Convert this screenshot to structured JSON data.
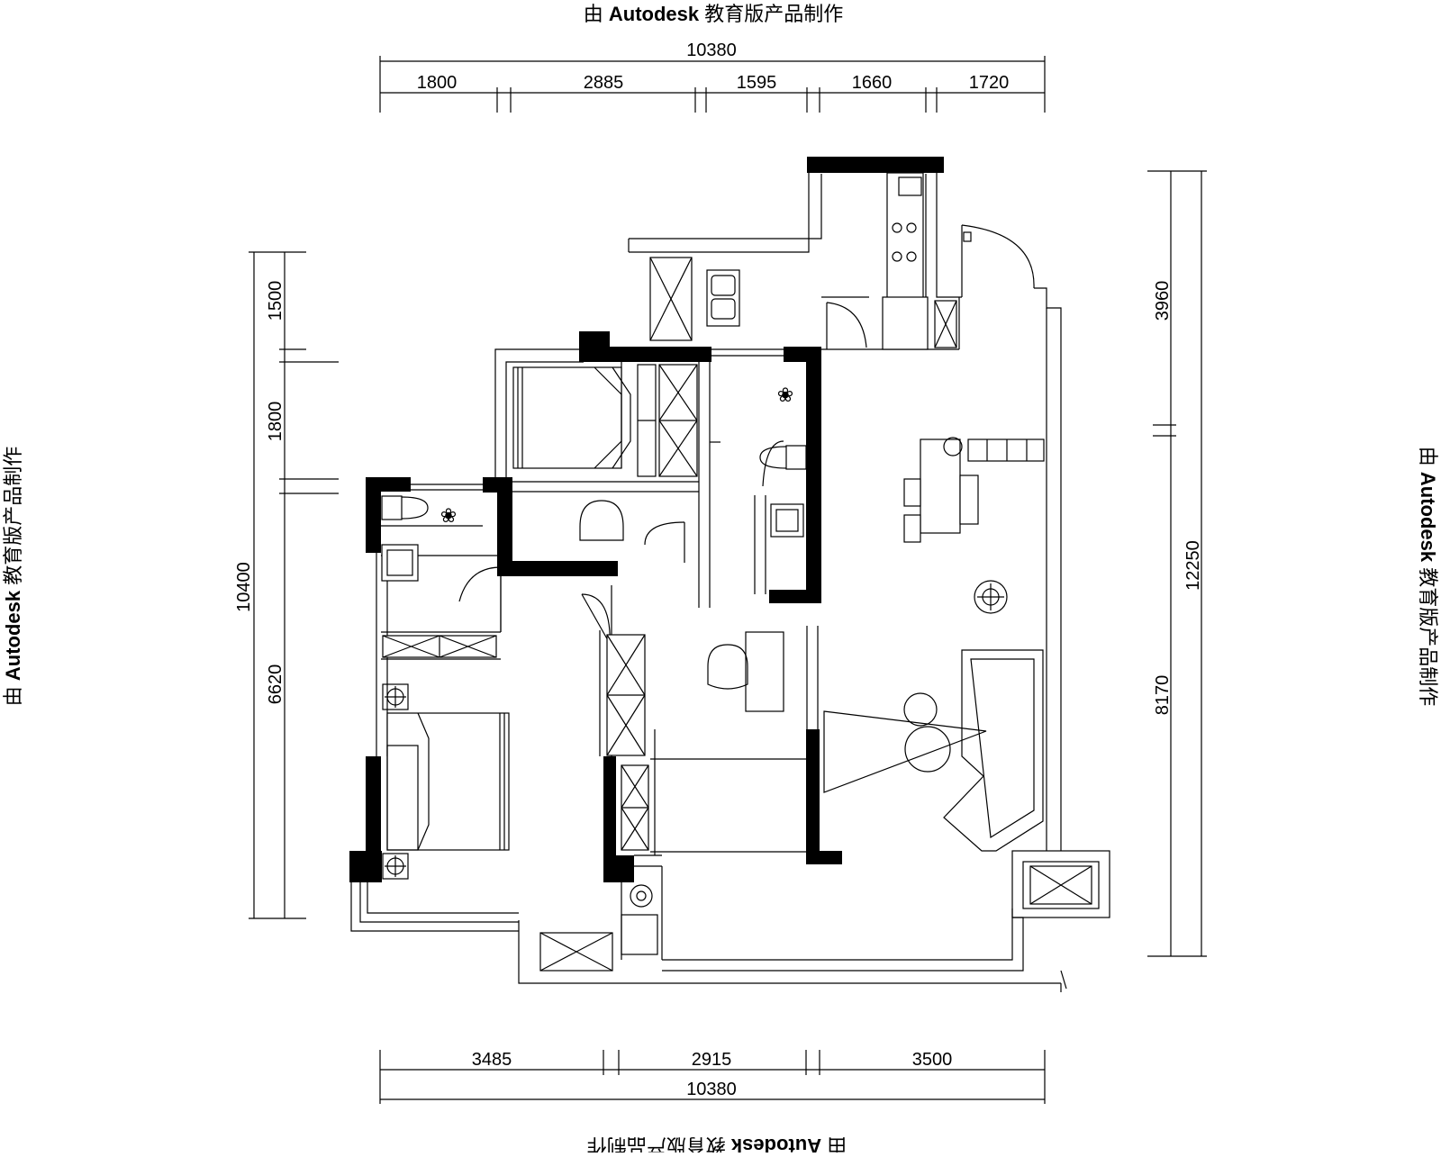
{
  "watermark": {
    "prefix": "由",
    "brand": "Autodesk",
    "suffix": "教育版产品制作"
  },
  "dimensions": {
    "top_total": "10380",
    "top_segments": [
      "1800",
      "2885",
      "1595",
      "1660",
      "1720"
    ],
    "bottom_total": "10380",
    "bottom_segments": [
      "3485",
      "2915",
      "3500"
    ],
    "left_total": "10400",
    "left_segments": [
      "1500",
      "1800",
      "6620"
    ],
    "right_segments": [
      "3960",
      "12250",
      "8170"
    ]
  },
  "colors": {
    "wall": "#000000",
    "line": "#000000",
    "background": "#ffffff"
  }
}
